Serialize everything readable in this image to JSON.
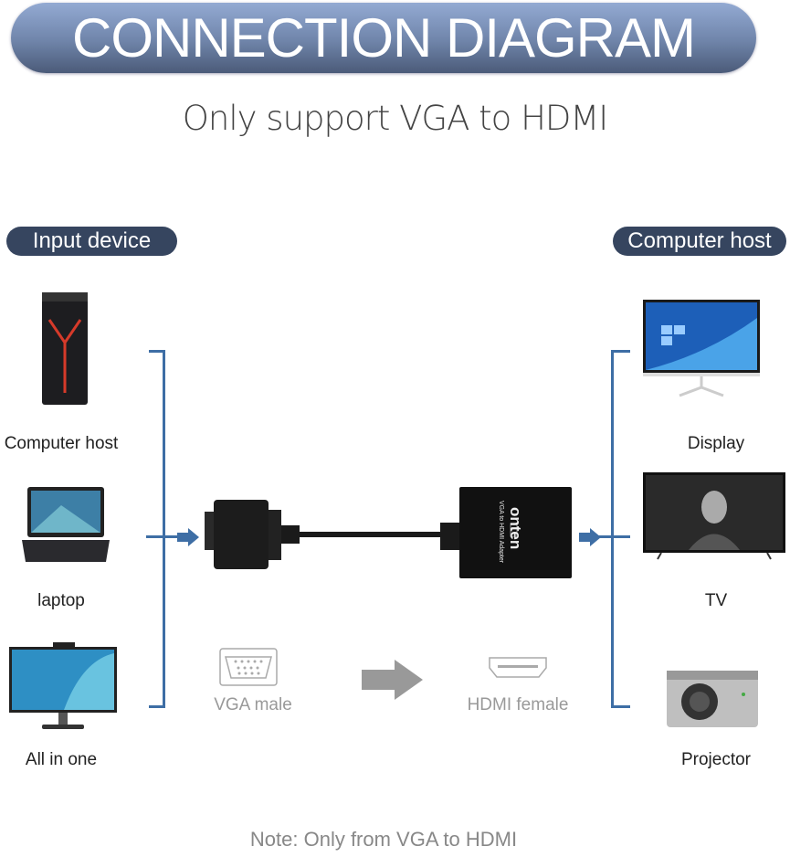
{
  "title": "CONNECTION DIAGRAM",
  "subtitle": "Only support VGA to HDMI",
  "input_group": {
    "label": "Input device",
    "devices": [
      {
        "label": "Computer host",
        "icon": "pc-tower-icon"
      },
      {
        "label": "laptop",
        "icon": "laptop-icon"
      },
      {
        "label": "All in one",
        "icon": "all-in-one-icon"
      }
    ]
  },
  "output_group": {
    "label": "Computer host",
    "devices": [
      {
        "label": "Display",
        "icon": "monitor-icon"
      },
      {
        "label": "TV",
        "icon": "tv-icon"
      },
      {
        "label": "Projector",
        "icon": "projector-icon"
      }
    ]
  },
  "adapter": {
    "brand": "onten",
    "model": "VGA to HDMI Adapter"
  },
  "connectors": {
    "vga": "VGA male",
    "hdmi": "HDMI female"
  },
  "note": "Note: Only from VGA to HDMI",
  "colors": {
    "title_top": "#93aad3",
    "title_bottom": "#4b5b79",
    "pill": "#36455f",
    "bracket": "#3e6ea5"
  }
}
